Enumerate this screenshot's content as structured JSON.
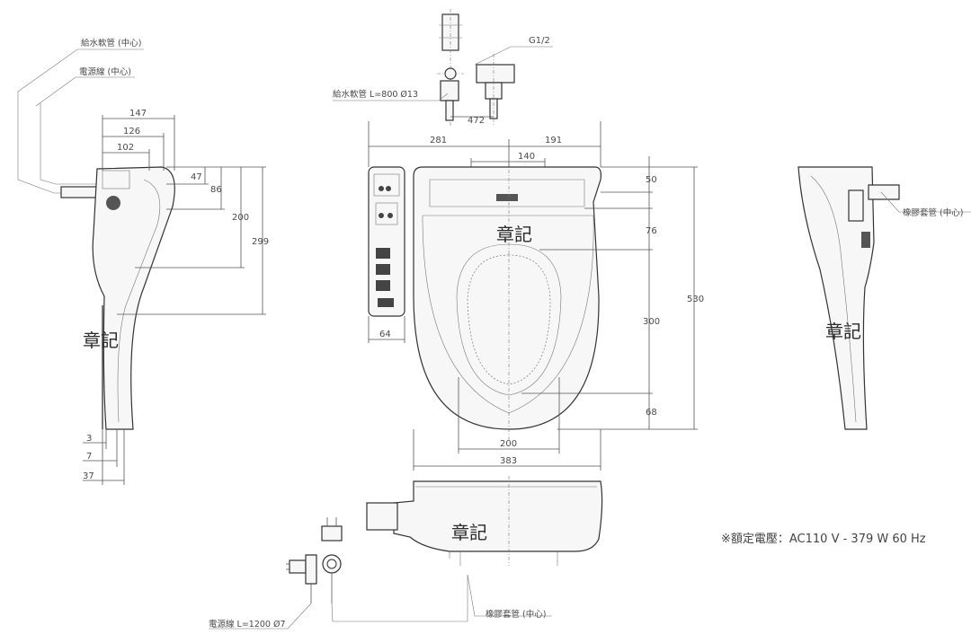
{
  "labels": {
    "supply_hose_center": "給水軟管 (中心)",
    "power_cord_center": "電源線 (中心)",
    "supply_hose_spec": "給水軟管  L=800  Ø13",
    "thread": "G1/2",
    "rubber_sleeve_center_right": "橡膠套管 (中心)",
    "rubber_sleeve_center_bottom": "橡膠套管 (中心)",
    "power_cord_spec": "電源線  L=1200  Ø7"
  },
  "stamps": [
    "章記",
    "章記",
    "章記",
    "章記"
  ],
  "spec": "※額定電壓：AC110 V  - 379 W  60 Hz",
  "dimensions": {
    "side": {
      "d147": "147",
      "d126": "126",
      "d102": "102",
      "d47": "47",
      "d86": "86",
      "d200": "200",
      "d299": "299",
      "d3": "3",
      "d7": "7",
      "d37": "37"
    },
    "top": {
      "d472": "472",
      "d281": "281",
      "d191": "191",
      "d140": "140",
      "d50": "50",
      "d76": "76",
      "d530": "530",
      "d300": "300",
      "d68": "68",
      "d64": "64",
      "d200": "200",
      "d383": "383"
    }
  }
}
